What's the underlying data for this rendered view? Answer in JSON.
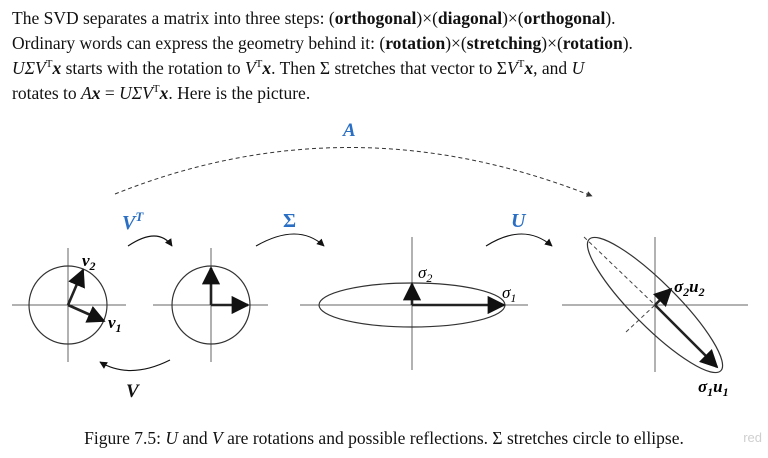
{
  "paragraph": {
    "l1_a": "The SVD separates a matrix into three steps: (",
    "l1_b1": "orthogonal",
    "l1_c": ")×(",
    "l1_b2": "diagonal",
    "l1_d": ")×(",
    "l1_b3": "orthogonal",
    "l1_e": ").",
    "l2_a": "Ordinary words can express the geometry behind it: (",
    "l2_b1": "rotation",
    "l2_c": ")×(",
    "l2_b2": "stretching",
    "l2_d": ")×(",
    "l2_b3": "rotation",
    "l2_e": ").",
    "l3_m1": "UΣV",
    "l3_sup1": "T",
    "l3_x1": "x",
    "l3_a": " starts with the rotation to ",
    "l3_m2": "V",
    "l3_sup2": "T",
    "l3_x2": "x",
    "l3_b": ".  Then Σ stretches that vector to Σ",
    "l3_m3": "V",
    "l3_sup3": "T",
    "l3_x3": "x",
    "l3_c": ", and ",
    "l3_m4": "U",
    "l4_a": "rotates to ",
    "l4_m1": "A",
    "l4_x1": "x",
    "l4_b": " = ",
    "l4_m2": "UΣV",
    "l4_sup": "T",
    "l4_x2": "x",
    "l4_c": ". Here is the picture."
  },
  "figure": {
    "label_A": "A",
    "label_VT": "V",
    "label_VT_sup": "T",
    "label_Sigma": "Σ",
    "label_U": "U",
    "label_V": "V",
    "v2": "v",
    "v2_sub": "2",
    "v1": "v",
    "v1_sub": "1",
    "sigma2": "σ",
    "sigma2_sub": "2",
    "sigma1": "σ",
    "sigma1_sub": "1",
    "s2u2_a": "σ",
    "s2u2_sub1": "2",
    "s2u2_b": "u",
    "s2u2_sub2": "2",
    "s1u1_a": "σ",
    "s1u1_sub1": "1",
    "s1u1_b": "u",
    "s1u1_sub2": "1",
    "accent_color": "#2a6fc4"
  },
  "caption": {
    "a": "Figure 7.5: ",
    "m1": "U",
    "b": " and ",
    "m2": "V",
    "c": " are rotations and possible reflections. Σ stretches circle to ellipse."
  },
  "watermark": "red"
}
